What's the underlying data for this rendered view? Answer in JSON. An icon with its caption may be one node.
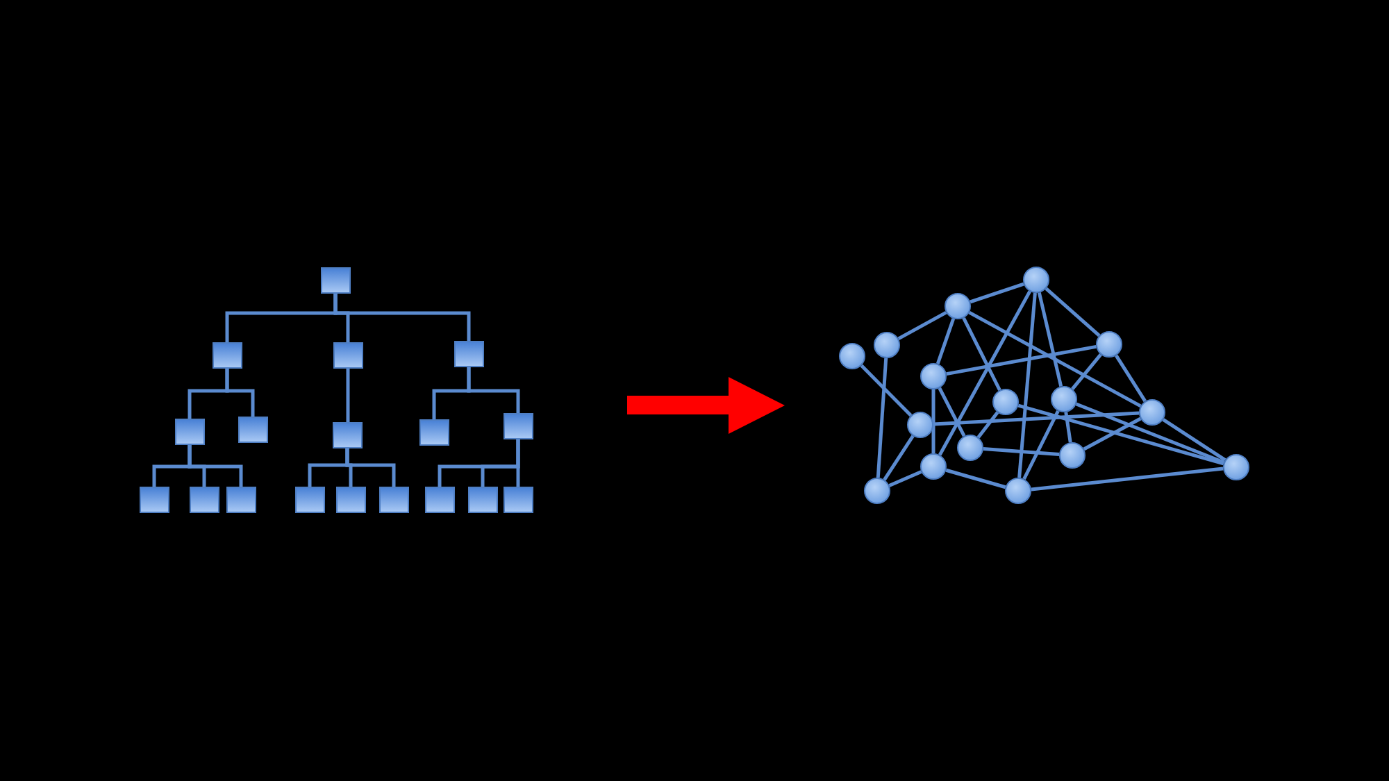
{
  "diagram": {
    "nodes": [
      {
        "text": [],
        "shape": "box"
      },
      {
        "text": [],
        "shape": "box"
      },
      {
        "text": [],
        "shape": "box"
      },
      {
        "text": [],
        "shape": "box"
      },
      {
        "text": [],
        "shape": "box"
      },
      {
        "text": [],
        "shape": "box"
      },
      {
        "text": [],
        "shape": "box"
      },
      {
        "text": [],
        "shape": "box"
      },
      {
        "text": [],
        "shape": "box"
      },
      {
        "text": [],
        "shape": "box"
      },
      {
        "text": [],
        "shape": "box"
      },
      {
        "text": [],
        "shape": "box"
      },
      {
        "text": [],
        "shape": "box"
      },
      {
        "text": [],
        "shape": "box"
      },
      {
        "text": [],
        "shape": "box"
      },
      {
        "text": [],
        "shape": "box"
      },
      {
        "text": [],
        "shape": "box"
      },
      {
        "text": [],
        "shape": "box"
      },
      {
        "text": [],
        "shape": "circle"
      },
      {
        "text": [],
        "shape": "circle"
      },
      {
        "text": [],
        "shape": "circle"
      },
      {
        "text": [],
        "shape": "circle"
      },
      {
        "text": [],
        "shape": "circle"
      },
      {
        "text": [],
        "shape": "circle"
      },
      {
        "text": [],
        "shape": "circle"
      },
      {
        "text": [],
        "shape": "circle"
      },
      {
        "text": [],
        "shape": "circle"
      },
      {
        "text": [],
        "shape": "circle"
      },
      {
        "text": [],
        "shape": "circle"
      },
      {
        "text": [],
        "shape": "circle"
      },
      {
        "text": [],
        "shape": "circle"
      },
      {
        "text": [],
        "shape": "circle"
      },
      {
        "text": [],
        "shape": "circle"
      },
      {
        "text": [],
        "shape": "circle"
      }
    ],
    "edges": [
      {
        "from": 0,
        "to": 1,
        "arrow": "none"
      },
      {
        "from": 0,
        "to": 2,
        "arrow": "none"
      },
      {
        "from": 0,
        "to": 3,
        "arrow": "none"
      },
      {
        "from": 1,
        "to": 4,
        "arrow": "none"
      },
      {
        "from": 1,
        "to": 5,
        "arrow": "none"
      },
      {
        "from": 2,
        "to": 6,
        "arrow": "none"
      },
      {
        "from": 3,
        "to": 7,
        "arrow": "none"
      },
      {
        "from": 3,
        "to": 8,
        "arrow": "none"
      },
      {
        "from": 4,
        "to": 9,
        "arrow": "none"
      },
      {
        "from": 4,
        "to": 10,
        "arrow": "none"
      },
      {
        "from": 4,
        "to": 11,
        "arrow": "none"
      },
      {
        "from": 6,
        "to": 12,
        "arrow": "none"
      },
      {
        "from": 6,
        "to": 13,
        "arrow": "none"
      },
      {
        "from": 6,
        "to": 14,
        "arrow": "none"
      },
      {
        "from": 8,
        "to": 15,
        "arrow": "none"
      },
      {
        "from": 8,
        "to": 16,
        "arrow": "none"
      },
      {
        "from": 8,
        "to": 17,
        "arrow": "none"
      },
      {
        "from": 18,
        "to": 24,
        "arrow": "none"
      },
      {
        "from": 19,
        "to": 20,
        "arrow": "none"
      },
      {
        "from": 19,
        "to": 27,
        "arrow": "none"
      },
      {
        "from": 20,
        "to": 21,
        "arrow": "none"
      },
      {
        "from": 20,
        "to": 22,
        "arrow": "none"
      },
      {
        "from": 20,
        "to": 23,
        "arrow": "none"
      },
      {
        "from": 20,
        "to": 31,
        "arrow": "none"
      },
      {
        "from": 21,
        "to": 26,
        "arrow": "none"
      },
      {
        "from": 21,
        "to": 28,
        "arrow": "none"
      },
      {
        "from": 21,
        "to": 30,
        "arrow": "none"
      },
      {
        "from": 21,
        "to": 29,
        "arrow": "none"
      },
      {
        "from": 22,
        "to": 29,
        "arrow": "none"
      },
      {
        "from": 22,
        "to": 26,
        "arrow": "none"
      },
      {
        "from": 22,
        "to": 25,
        "arrow": "none"
      },
      {
        "from": 23,
        "to": 25,
        "arrow": "none"
      },
      {
        "from": 23,
        "to": 33,
        "arrow": "none"
      },
      {
        "from": 24,
        "to": 31,
        "arrow": "none"
      },
      {
        "from": 24,
        "to": 27,
        "arrow": "none"
      },
      {
        "from": 25,
        "to": 32,
        "arrow": "none"
      },
      {
        "from": 26,
        "to": 27,
        "arrow": "none"
      },
      {
        "from": 26,
        "to": 28,
        "arrow": "none"
      },
      {
        "from": 28,
        "to": 30,
        "arrow": "none"
      },
      {
        "from": 28,
        "to": 33,
        "arrow": "none"
      },
      {
        "from": 30,
        "to": 29,
        "arrow": "none"
      },
      {
        "from": 31,
        "to": 33,
        "arrow": "none"
      },
      {
        "from": 30,
        "to": 33,
        "arrow": "none"
      },
      {
        "from": 29,
        "to": 31,
        "arrow": "none"
      },
      {
        "from": 31,
        "to": 32,
        "arrow": "none"
      },
      {
        "from": 30,
        "to": 32,
        "arrow": "none"
      }
    ]
  }
}
